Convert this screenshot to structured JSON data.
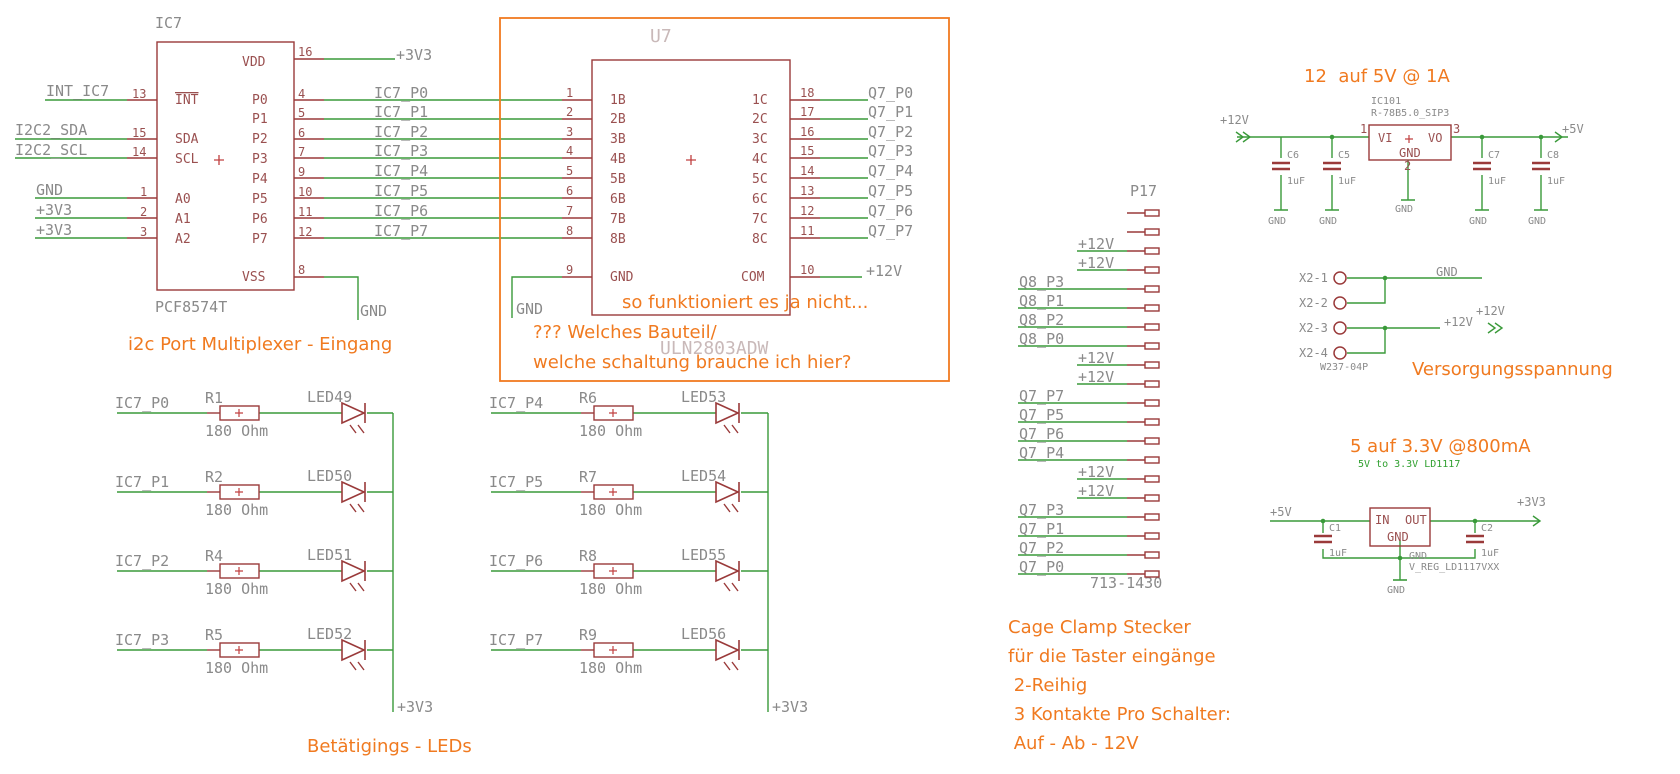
{
  "ic7": {
    "ref": "IC7",
    "part": "PCF8574T",
    "pins": [
      "VDD",
      "INT",
      "P0",
      "P1",
      "SDA",
      "P2",
      "SCL",
      "P3",
      "P4",
      "A0",
      "P5",
      "A1",
      "P6",
      "A2",
      "P7",
      "VSS"
    ],
    "pin_numbers": [
      "16",
      "13",
      "4",
      "5",
      "15",
      "6",
      "14",
      "7",
      "9",
      "1",
      "10",
      "2",
      "11",
      "3",
      "12",
      "8"
    ],
    "net_left": [
      "INT_IC7",
      "I2C2_SDA",
      "I2C2_SCL",
      "GND",
      "+3V3",
      "+3V3"
    ],
    "net_vdd": "+3V3",
    "net_vss": "GND"
  },
  "u7": {
    "ref": "U7",
    "part": "ULN2803ADW",
    "pins_left": [
      "1B",
      "2B",
      "3B",
      "4B",
      "5B",
      "6B",
      "7B",
      "8B",
      "GND"
    ],
    "pins_right": [
      "1C",
      "2C",
      "3C",
      "4C",
      "5C",
      "6C",
      "7C",
      "8C",
      "COM"
    ],
    "nums_left": [
      "1",
      "2",
      "3",
      "4",
      "5",
      "6",
      "7",
      "8",
      "9"
    ],
    "nums_right": [
      "18",
      "17",
      "16",
      "15",
      "14",
      "13",
      "12",
      "11",
      "10"
    ],
    "nets_in": [
      "IC7_P0",
      "IC7_P1",
      "IC7_P2",
      "IC7_P3",
      "IC7_P4",
      "IC7_P5",
      "IC7_P6",
      "IC7_P7"
    ],
    "nets_out": [
      "Q7_P0",
      "Q7_P1",
      "Q7_P2",
      "Q7_P3",
      "Q7_P4",
      "Q7_P5",
      "Q7_P6",
      "Q7_P7"
    ],
    "net_gnd": "GND",
    "net_com": "+12V"
  },
  "leds": {
    "left": [
      {
        "net": "IC7_P0",
        "res": "R1",
        "val": "180 Ohm",
        "led": "LED49"
      },
      {
        "net": "IC7_P1",
        "res": "R2",
        "val": "180 Ohm",
        "led": "LED50"
      },
      {
        "net": "IC7_P2",
        "res": "R4",
        "val": "180 Ohm",
        "led": "LED51"
      },
      {
        "net": "IC7_P3",
        "res": "R5",
        "val": "180 Ohm",
        "led": "LED52"
      }
    ],
    "right": [
      {
        "net": "IC7_P4",
        "res": "R6",
        "val": "180 Ohm",
        "led": "LED53"
      },
      {
        "net": "IC7_P5",
        "res": "R7",
        "val": "180 Ohm",
        "led": "LED54"
      },
      {
        "net": "IC7_P6",
        "res": "R8",
        "val": "180 Ohm",
        "led": "LED55"
      },
      {
        "net": "IC7_P7",
        "res": "R9",
        "val": "180 Ohm",
        "led": "LED56"
      }
    ],
    "supply": "+3V3"
  },
  "p17": {
    "ref": "P17",
    "part": "713-1430",
    "labels": [
      "",
      "",
      "+12V",
      "+12V",
      "Q8_P3",
      "Q8_P1",
      "Q8_P2",
      "Q8_P0",
      "+12V",
      "+12V",
      "Q7_P7",
      "Q7_P5",
      "Q7_P6",
      "Q7_P4",
      "+12V",
      "+12V",
      "Q7_P3",
      "Q7_P1",
      "Q7_P2",
      "Q7_P0"
    ]
  },
  "reg12": {
    "in": "+12V",
    "out": "+5V",
    "ref": "IC101",
    "part": "R-78B5.0_SIP3",
    "pin_vi": "VI",
    "pin_vo": "VO",
    "pin_gnd": "GND",
    "pin_in_num": "1",
    "pin_out_num": "3",
    "pin_gnd_num": "2",
    "caps": [
      {
        "ref": "C6",
        "val": "1uF"
      },
      {
        "ref": "C5",
        "val": "1uF"
      },
      {
        "ref": "C7",
        "val": "1uF"
      },
      {
        "ref": "C8",
        "val": "1uF"
      }
    ],
    "gnd": "GND"
  },
  "x2": {
    "pins": [
      "X2-1",
      "X2-2",
      "X2-3",
      "X2-4"
    ],
    "part": "W237-04P",
    "net_gnd": "GND",
    "net_12v": "+12V"
  },
  "reg33": {
    "label": "5V to 3.3V LD1117",
    "in": "+5V",
    "out": "+3V3",
    "pin_in": "IN",
    "pin_out": "OUT",
    "pin_gnd": "GND",
    "part": "V_REG_LD1117VXX",
    "caps": [
      {
        "ref": "C1",
        "val": "1uF"
      },
      {
        "ref": "C2",
        "val": "1uF"
      }
    ],
    "gnd": "GND"
  },
  "notes": {
    "ic7": "i2c Port Multiplexer - Eingang",
    "u7_1": "so funktioniert es ja nicht...",
    "u7_2": "??? Welches Bauteil/",
    "u7_3": "welche schaltung brauche ich hier?",
    "reg12": "12  auf 5V @ 1A",
    "supply": "Versorgungsspannung",
    "reg33": "5 auf 3.3V @800mA",
    "leds": "Betätigings - LEDs",
    "cage1": "Cage Clamp Stecker",
    "cage2": "für die Taster eingänge",
    "cage3": " 2-Reihig",
    "cage4": " 3 Kontakte Pro Schalter:",
    "cage5": " Auf - Ab - 12V"
  }
}
